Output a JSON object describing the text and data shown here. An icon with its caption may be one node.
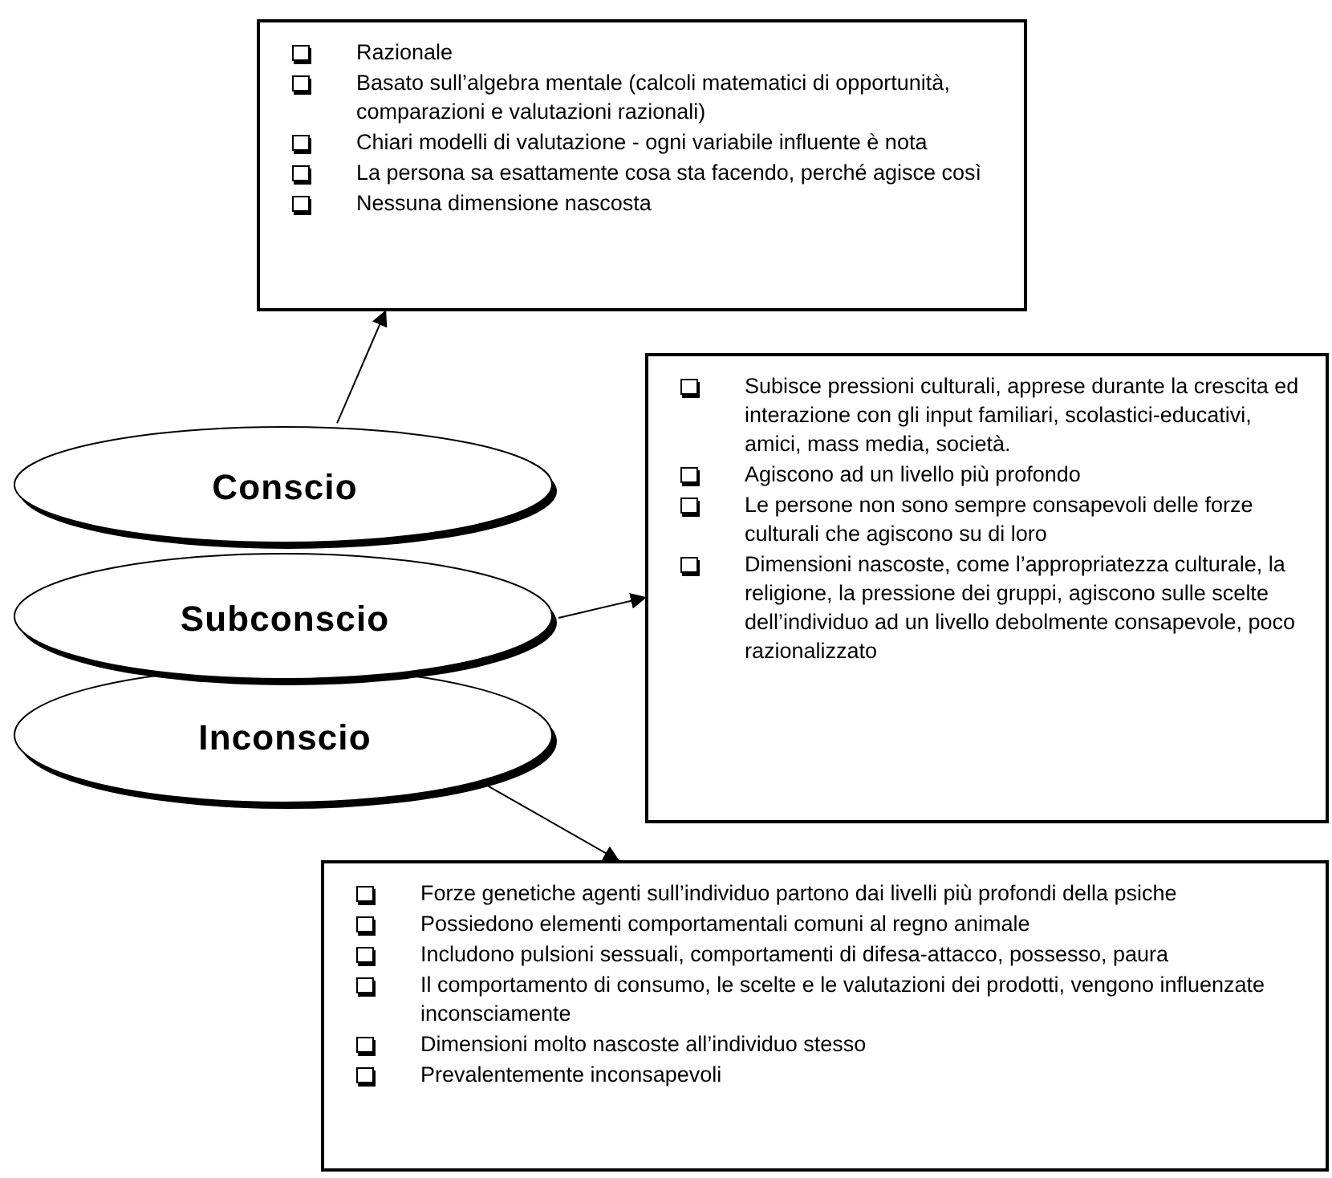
{
  "diagram": {
    "nodes": [
      {
        "text": [
          "Razionale",
          "Basato sull’algebra mentale (calcoli matematici di opportunità, comparazioni e valutazioni razionali)",
          "Chiari modelli di valutazione - ogni variabile influente è nota",
          "La persona sa esattamente cosa sta facendo, perché agisce così",
          "Nessuna dimensione nascosta"
        ]
      },
      {
        "text": [
          "Conscio"
        ]
      },
      {
        "text": [
          "Subisce pressioni culturali, apprese durante la crescita ed interazione con gli input familiari, scolastici-educativi, amici, mass media, società.",
          "Agiscono ad un livello più profondo",
          "Le persone non sono sempre consapevoli delle forze culturali che agiscono su di loro",
          "Dimensioni nascoste, come l’appropriatezza culturale, la religione, la pressione dei gruppi, agiscono sulle scelte dell’individuo ad un livello debolmente consapevole, poco razionalizzato"
        ]
      },
      {
        "text": [
          "Subconscio"
        ]
      },
      {
        "text": [
          "Inconscio"
        ]
      },
      {
        "text": [
          "Forze genetiche agenti sull’individuo partono dai livelli più profondi della psiche",
          "Possiedono elementi comportamentali comuni al regno animale",
          "Includono pulsioni sessuali, comportamenti di difesa-attacco, possesso, paura",
          "Il comportamento di consumo, le scelte e le valutazioni dei prodotti, vengono influenzate inconsciamente",
          "Dimensioni molto nascoste all’individuo stesso",
          "Prevalentemente inconsapevoli"
        ]
      }
    ],
    "edges": [
      {
        "from": 1,
        "to": 0,
        "arrow": "to"
      },
      {
        "from": 3,
        "to": 2,
        "arrow": "to"
      },
      {
        "from": 4,
        "to": 5,
        "arrow": "to"
      }
    ]
  }
}
